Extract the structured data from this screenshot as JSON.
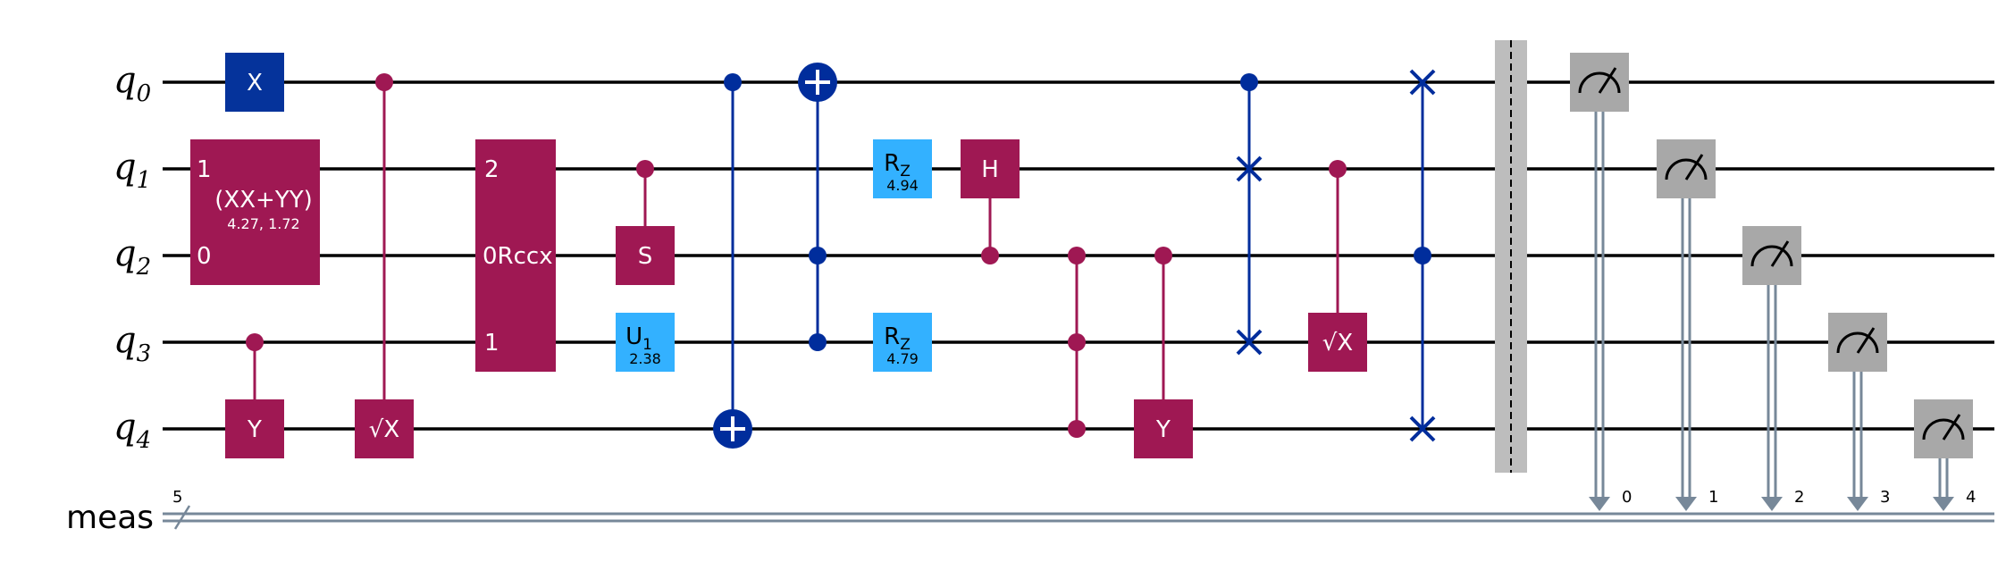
{
  "colors": {
    "pauli": "#05339B",
    "multi": "#9F1853",
    "rotation": "#33B1FF",
    "measure": "#A8A8A8",
    "cnot": "#002D9C",
    "wire": "#000000",
    "classical": "#778899",
    "barrier": "#BDBDBD"
  },
  "qubits": [
    {
      "name": "q",
      "index": "0"
    },
    {
      "name": "q",
      "index": "1"
    },
    {
      "name": "q",
      "index": "2"
    },
    {
      "name": "q",
      "index": "3"
    },
    {
      "name": "q",
      "index": "4"
    }
  ],
  "classical_register": {
    "name": "meas",
    "size": "5"
  },
  "gates": {
    "x_q0": "X",
    "xxyy": {
      "label": "(XX+YY)",
      "params": "4.27, 1.72",
      "pin_top": "1",
      "pin_bottom": "0"
    },
    "y_q4_a": "Y",
    "sx_q4": "√X",
    "rccx": {
      "label": "0Rccx",
      "pin_top": "2",
      "pin_bottom": "1"
    },
    "s_q2": "S",
    "u_q3": {
      "label": "U",
      "sub": "1",
      "param": "2.38"
    },
    "rz_q1": {
      "label": "R",
      "sub": "Z",
      "param": "4.94"
    },
    "rz_q3": {
      "label": "R",
      "sub": "Z",
      "param": "4.79"
    },
    "h_q1": "H",
    "y_q4_b": "Y",
    "sx_q3": "√X"
  },
  "measure_bits": [
    "0",
    "1",
    "2",
    "3",
    "4"
  ]
}
